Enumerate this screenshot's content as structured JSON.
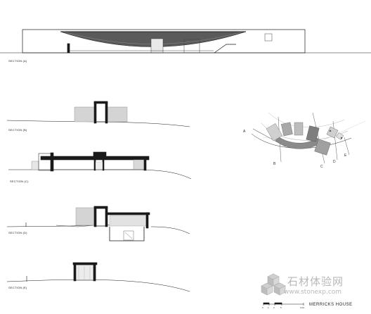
{
  "sections": {
    "a": "SECTION (A)",
    "b": "SECTION (B)",
    "c": "SECTION (C)",
    "d": "SECTION (D)",
    "e": "SECTION (E)"
  },
  "key_plan": {
    "labels": [
      "A",
      "B",
      "C",
      "D",
      "E"
    ]
  },
  "scale_bar": {
    "ticks": [
      "0",
      "1",
      "2",
      "5",
      "10m"
    ]
  },
  "title_block": {
    "project": "MERRICKS HOUSE",
    "watermark_cn": "石材体验网",
    "watermark_url": "www.stonexp.com"
  },
  "colors": {
    "line": "#1a1a1a",
    "fill_dark": "#2b2b2b",
    "fill_grey": "#b5b5b5",
    "fill_light": "#d9d9d9",
    "watermark": "#b8b8b8"
  }
}
